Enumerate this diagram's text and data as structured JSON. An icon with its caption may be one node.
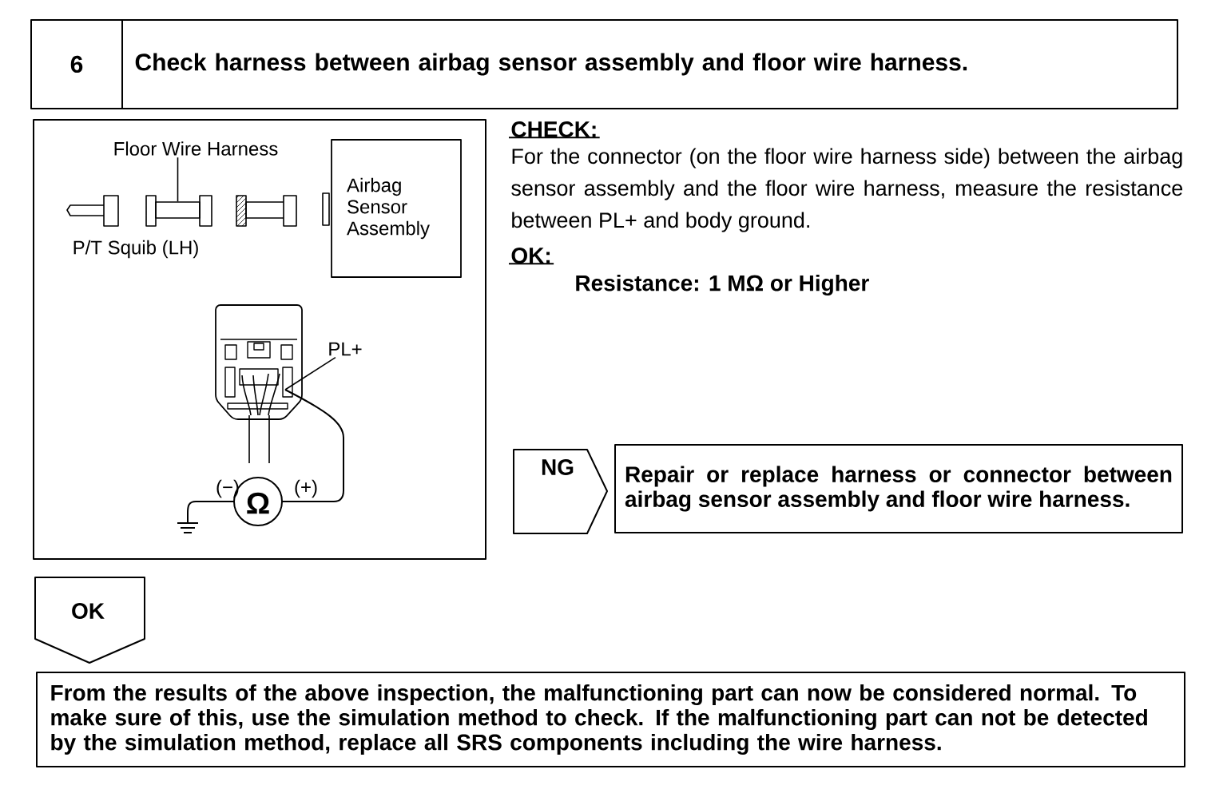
{
  "diagram": {
    "nodes": [
      {
        "text": [
          "6"
        ]
      },
      {
        "text": [
          "Check harness between airbag sensor assembly and floor wire harness."
        ]
      },
      {
        "text": [
          "Floor Wire Harness"
        ]
      },
      {
        "text": [],
        "shape": "bar"
      },
      {
        "text": [
          "Airbag Sensor Assembly"
        ]
      },
      {
        "text": [
          "PL+"
        ]
      },
      {
        "text": [
          "NG"
        ]
      },
      {
        "text": [
          "Repair or replace harness or connector between airbag sensor assembly and floor wire harness."
        ]
      },
      {
        "text": [
          "OK"
        ]
      },
      {
        "text": [
          "From the results of the above inspection, the malfunctioning part can now be considered normal. To make sure of this, use the simulation method to check. If the malfunctioning part can not be detected by the simulation method, replace all SRS components including the wire harness."
        ]
      }
    ],
    "edges": [
      {
        "from": 2,
        "to": 3,
        "arrow": "none"
      },
      {
        "from": 5,
        "to": null,
        "arrow": "none"
      }
    ],
    "labels": [
      "P/T Squib (LH)",
      "(−)",
      "Ω",
      "(+)",
      "CHECK:",
      "For the connector (on the floor wire harness side) between the airbag sensor assembly and the floor wire harness, measure the resistance between PL+ and body ground.",
      "OK:",
      "Resistance: 1 MΩ or Higher"
    ]
  }
}
